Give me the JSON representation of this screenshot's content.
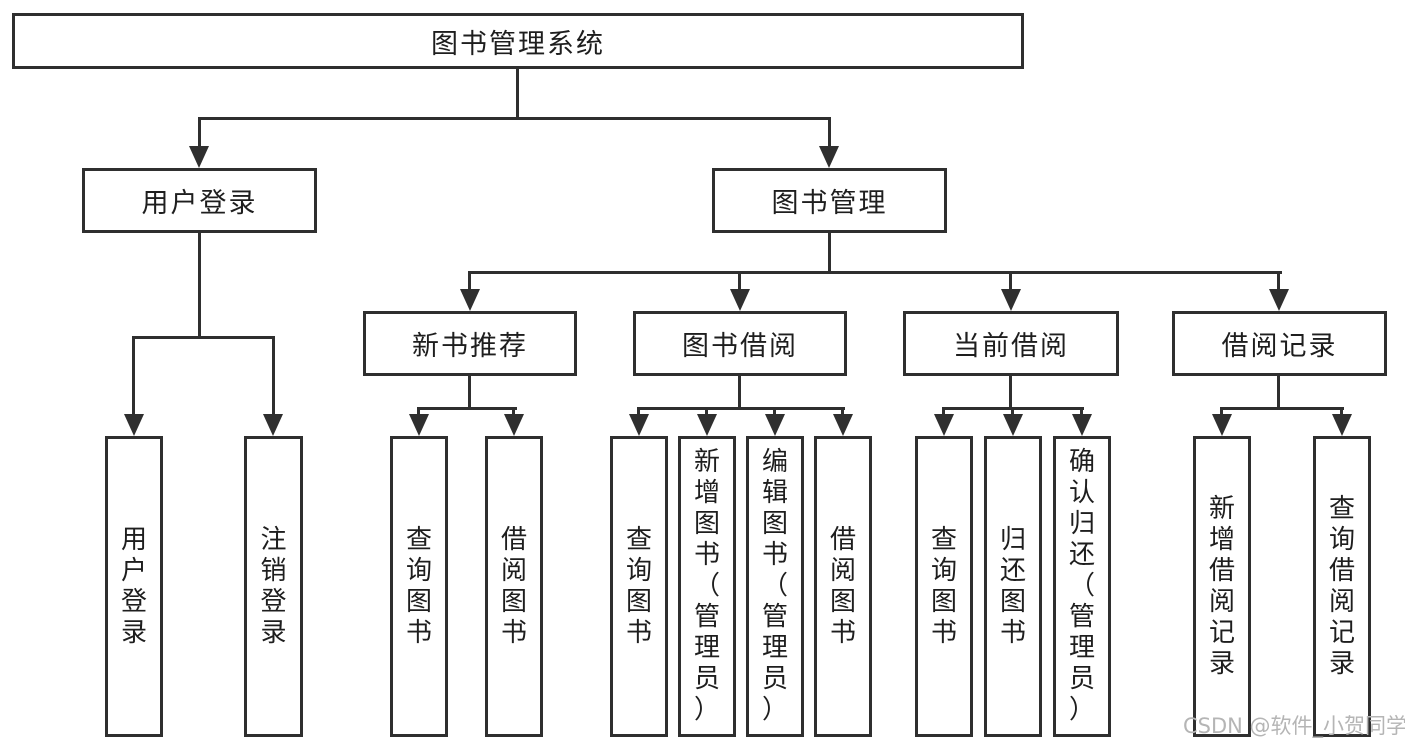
{
  "diagram": {
    "title": "图书管理系统",
    "colors": {
      "line": "#2f2f2f",
      "text": "#1e1e1e",
      "background": "#ffffff",
      "watermark": "#b5b5b5"
    },
    "root": {
      "label": "图书管理系统"
    },
    "branches": [
      {
        "label": "用户登录",
        "children": [
          {
            "label": "用户登录"
          },
          {
            "label": "注销登录"
          }
        ]
      },
      {
        "label": "图书管理",
        "groups": [
          {
            "label": "新书推荐",
            "children": [
              {
                "label": "查询图书"
              },
              {
                "label": "借阅图书"
              }
            ]
          },
          {
            "label": "图书借阅",
            "children": [
              {
                "label": "查询图书"
              },
              {
                "label": "新增图书（管理员）"
              },
              {
                "label": "编辑图书（管理员）"
              },
              {
                "label": "借阅图书"
              }
            ]
          },
          {
            "label": "当前借阅",
            "children": [
              {
                "label": "查询图书"
              },
              {
                "label": "归还图书"
              },
              {
                "label": "确认归还（管理员）"
              }
            ]
          },
          {
            "label": "借阅记录",
            "children": [
              {
                "label": "新增借阅记录"
              },
              {
                "label": "查询借阅记录"
              }
            ]
          }
        ]
      }
    ],
    "watermark": "CSDN @软件_小贺同学"
  }
}
